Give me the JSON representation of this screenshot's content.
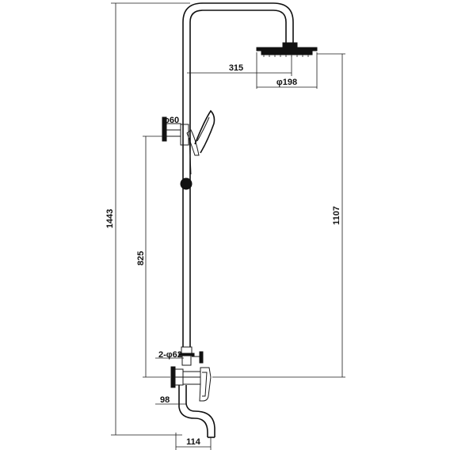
{
  "diagram": {
    "dimensions": {
      "total_height": "1443",
      "arm_length": "315",
      "head_diameter": "φ198",
      "head_to_outlet": "1107",
      "holder_to_outlet": "825",
      "holder_diameter": "φ60",
      "escutcheon_diameter": "2-φ62",
      "spout_projection": "98",
      "spout_length": "114"
    }
  }
}
